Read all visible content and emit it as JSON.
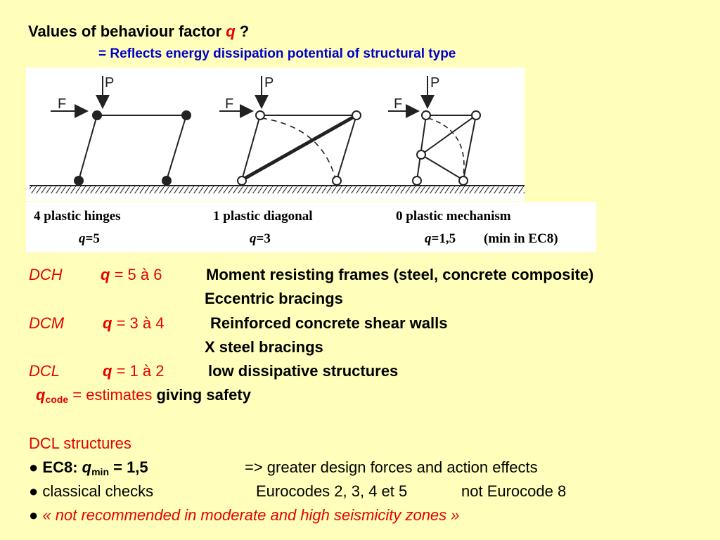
{
  "header": {
    "title_prefix": "Values of behaviour factor ",
    "title_q": "q",
    "title_suffix": " ?",
    "subtitle": "= Reflects energy dissipation potential of structural type"
  },
  "diagram": {
    "load_p": "P",
    "load_f": "F",
    "frames": [
      {
        "caption": "4 plastic hinges",
        "q_label": "q",
        "q_value": "=5"
      },
      {
        "caption": "1 plastic diagonal",
        "q_label": "q",
        "q_value": "=3"
      },
      {
        "caption": "0 plastic mechanism",
        "q_label": "q",
        "q_value": "=1,5",
        "note": "(min in EC8)"
      }
    ]
  },
  "classes": [
    {
      "code": "DCH",
      "q": "q",
      "range": " = 5 à 6",
      "lines": [
        "Moment resisting frames (steel, concrete composite)",
        "Eccentric bracings"
      ]
    },
    {
      "code": "DCM",
      "q": "q",
      "range": " = 3 à 4",
      "lines": [
        "Reinforced concrete shear walls",
        "X steel bracings"
      ]
    },
    {
      "code": "DCL",
      "q": "q",
      "range": " = 1 à 2",
      "lines": [
        "low dissipative structures"
      ]
    }
  ],
  "qcode": {
    "q": "q",
    "sub": "code",
    "eq": " = estimates",
    "rest": " giving safety"
  },
  "dcl_section": {
    "heading": "DCL structures",
    "bullet": "●",
    "item1_prefix": " EC8: ",
    "item1_q": "q",
    "item1_sub": "min",
    "item1_eq": " = 1,5",
    "item1_note": "=> greater design forces and action effects",
    "item2_label": " classical checks",
    "item2_codes": "Eurocodes 2, 3, 4 et 5",
    "item2_not": "not Eurocode 8",
    "item3": " « not recommended in moderate and high seismicity zones »"
  }
}
